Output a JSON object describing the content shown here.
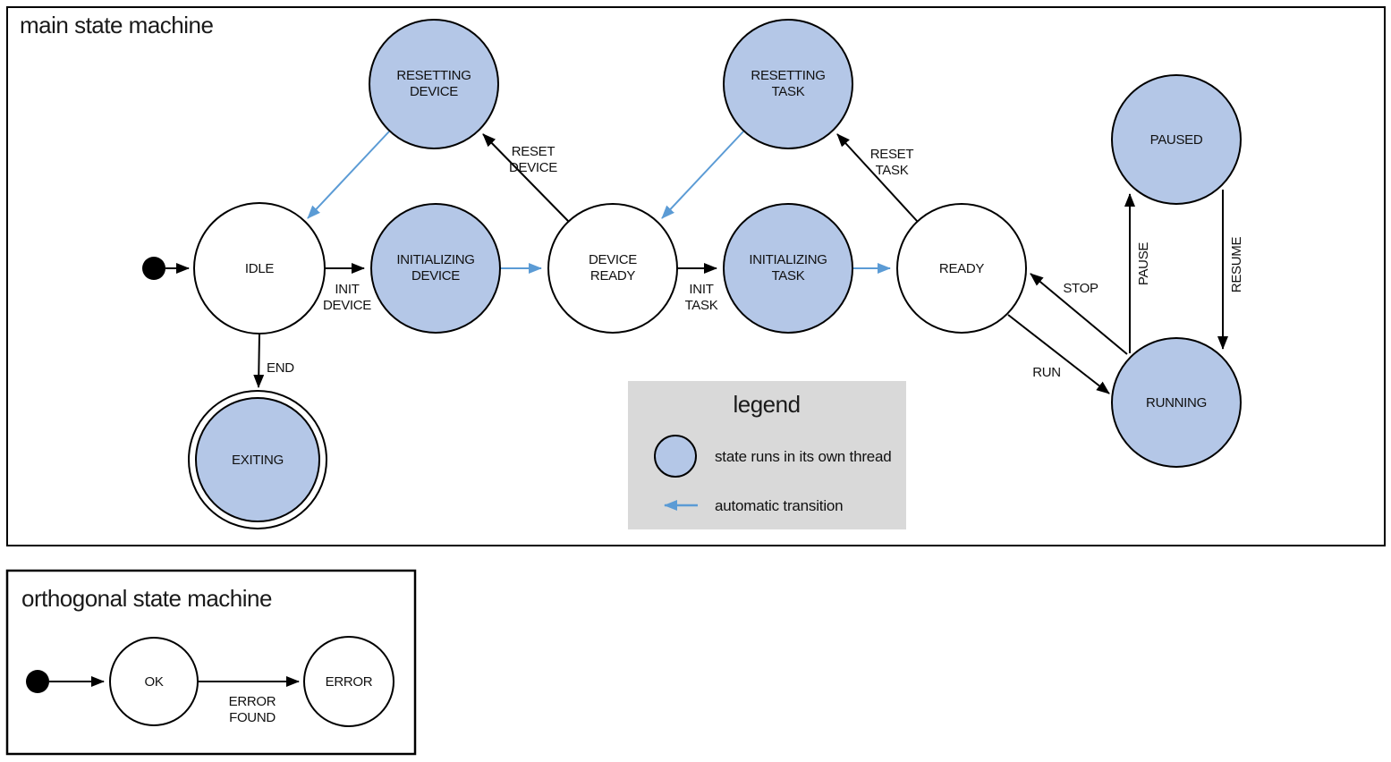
{
  "colors": {
    "thread_state_fill": "#b4c7e7",
    "auto_transition_blue": "#5b9bd5",
    "legend_bg": "#d9d9d9",
    "outline": "#000000"
  },
  "main_machine": {
    "title": "main state machine",
    "states": {
      "idle": {
        "label": "IDLE"
      },
      "resetting_device": {
        "line1": "RESETTING",
        "line2": "DEVICE"
      },
      "initializing_device": {
        "line1": "INITIALIZING",
        "line2": "DEVICE"
      },
      "device_ready": {
        "line1": "DEVICE",
        "line2": "READY"
      },
      "resetting_task": {
        "line1": "RESETTING",
        "line2": "TASK"
      },
      "initializing_task": {
        "line1": "INITIALIZING",
        "line2": "TASK"
      },
      "ready": {
        "label": "READY"
      },
      "paused": {
        "label": "PAUSED"
      },
      "running": {
        "label": "RUNNING"
      },
      "exiting": {
        "label": "EXITING"
      }
    },
    "transitions": {
      "init_device": {
        "line1": "INIT",
        "line2": "DEVICE"
      },
      "init_task": {
        "line1": "INIT",
        "line2": "TASK"
      },
      "reset_device": {
        "line1": "RESET",
        "line2": "DEVICE"
      },
      "reset_task": {
        "line1": "RESET",
        "line2": "TASK"
      },
      "end": {
        "label": "END"
      },
      "run": {
        "label": "RUN"
      },
      "stop": {
        "label": "STOP"
      },
      "pause": {
        "label": "PAUSE"
      },
      "resume": {
        "label": "RESUME"
      }
    }
  },
  "legend": {
    "title": "legend",
    "thread_item": "state runs in its own thread",
    "auto_item": "automatic transition"
  },
  "orthogonal_machine": {
    "title": "orthogonal state machine",
    "states": {
      "ok": {
        "label": "OK"
      },
      "error": {
        "label": "ERROR"
      }
    },
    "transitions": {
      "error_found": {
        "line1": "ERROR",
        "line2": "FOUND"
      }
    }
  }
}
